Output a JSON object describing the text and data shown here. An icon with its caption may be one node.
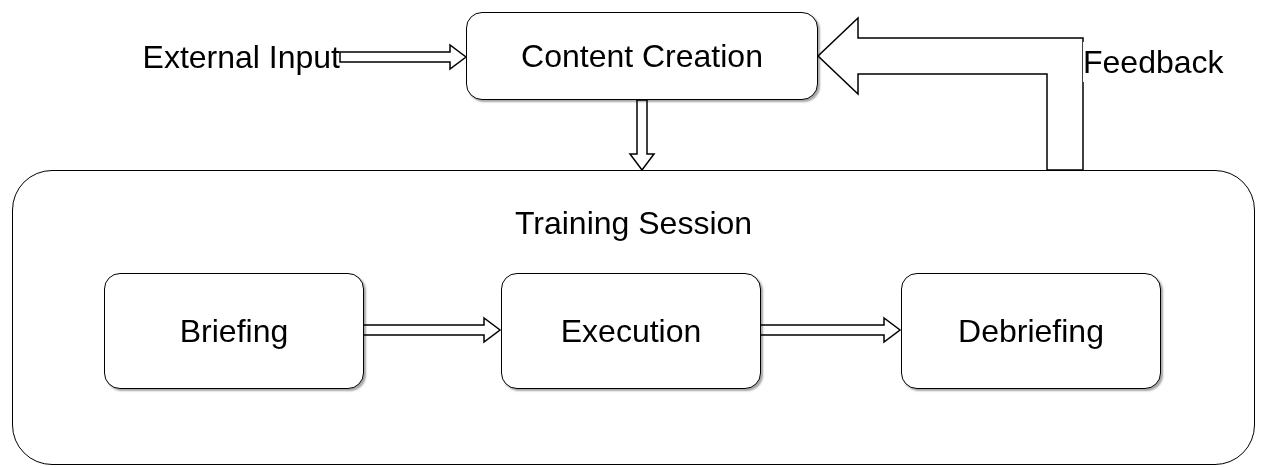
{
  "diagram": {
    "nodes": [
      {
        "text": [
          "External Input"
        ]
      },
      {
        "text": [
          "Content Creation"
        ]
      },
      {
        "text": [
          "Training Session"
        ]
      },
      {
        "text": [
          "Briefing"
        ],
        "in": 2
      },
      {
        "text": [
          "Execution"
        ],
        "in": 2
      },
      {
        "text": [
          "Debriefing"
        ],
        "in": 2
      }
    ],
    "edges": [
      {
        "from": 0,
        "to": 1,
        "arrow": "to"
      },
      {
        "from": 1,
        "to": 2,
        "arrow": "to"
      },
      {
        "from": 3,
        "to": 4,
        "arrow": "to"
      },
      {
        "from": 4,
        "to": 5,
        "arrow": "to"
      },
      {
        "from": 2,
        "to": 1,
        "arrow": "to",
        "label": "Feedback",
        "style": "thick"
      }
    ]
  }
}
